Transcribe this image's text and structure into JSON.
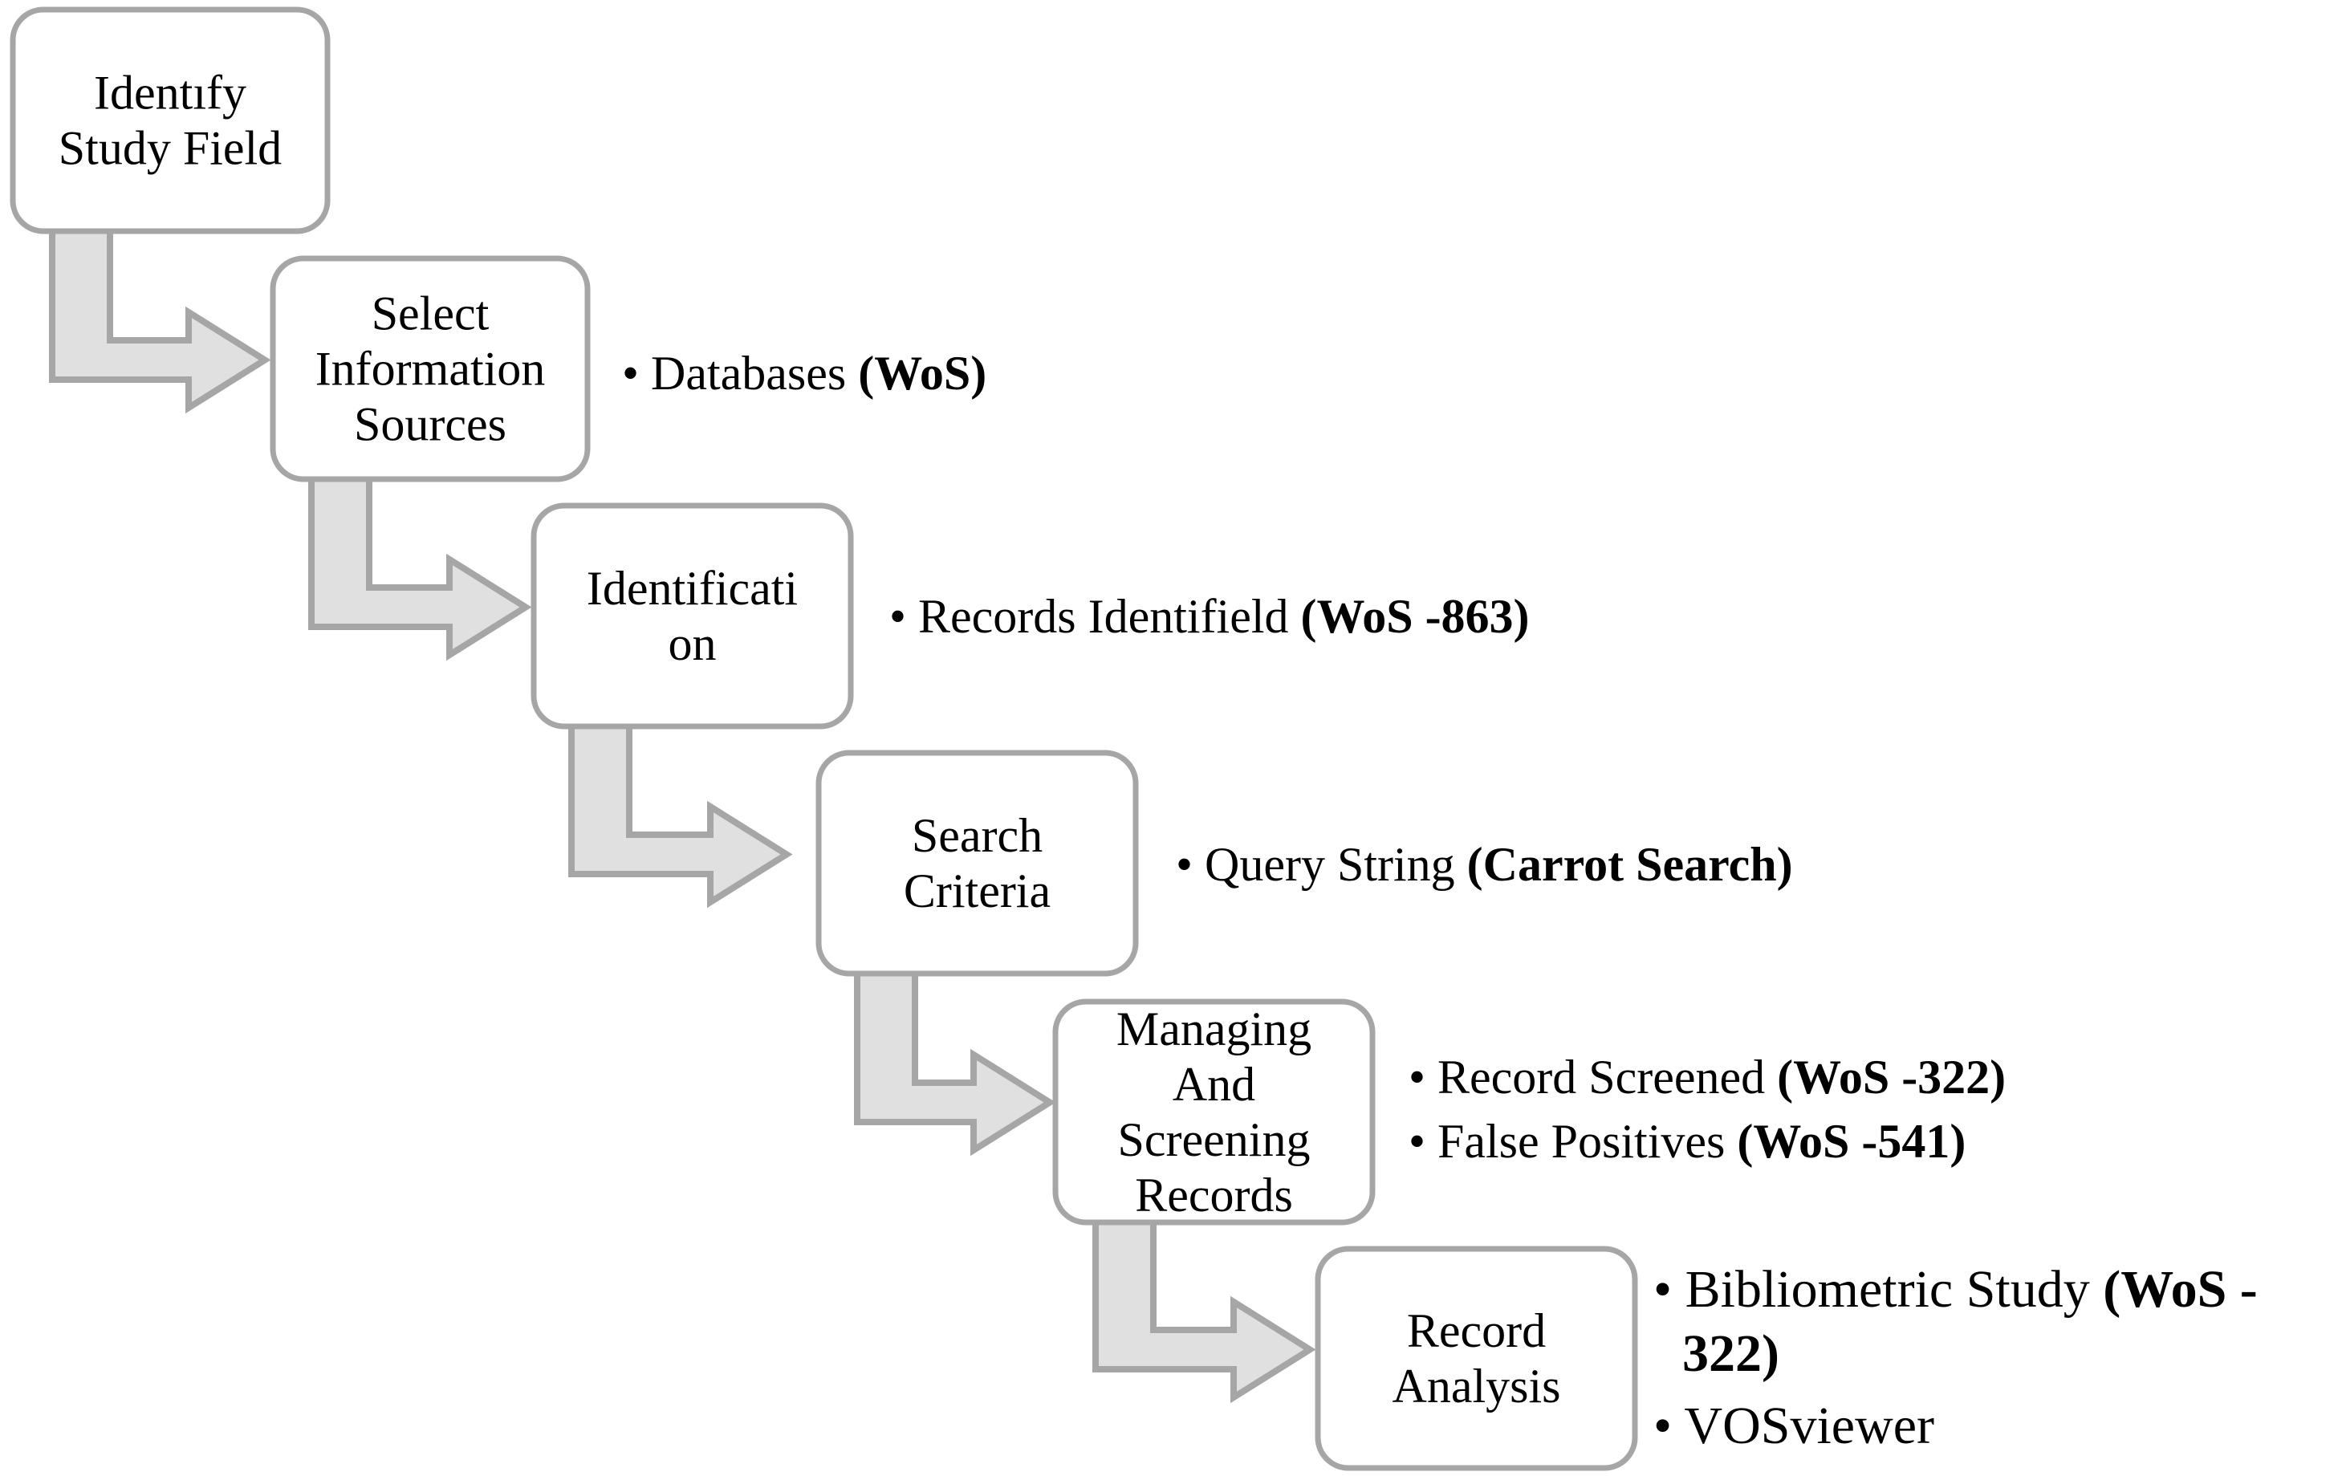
{
  "steps": [
    {
      "label_lines": [
        "Identıfy",
        "Study Field"
      ],
      "notes": []
    },
    {
      "label_lines": [
        "Select",
        "Information",
        "Sources"
      ],
      "notes": [
        {
          "text": "Databases",
          "bold": "(WoS)"
        }
      ]
    },
    {
      "label_lines": [
        "Identificati",
        "on"
      ],
      "notes": [
        {
          "text": "Records Identifield",
          "bold": "(WoS -863)"
        }
      ]
    },
    {
      "label_lines": [
        "Search",
        "Criteria"
      ],
      "notes": [
        {
          "text": "Query String",
          "bold": "(Carrot Search)"
        }
      ]
    },
    {
      "label_lines": [
        "Managing",
        "And",
        "Screening",
        "Records"
      ],
      "notes": [
        {
          "text": "Record Screened",
          "bold": "(WoS -322)"
        },
        {
          "text": "False Positives",
          "bold": "(WoS -541)"
        }
      ]
    },
    {
      "label_lines": [
        "Record",
        "Analysis"
      ],
      "notes": [
        {
          "text": "Bibliometric Study",
          "bold": "(WoS -",
          "continuation": "322)"
        },
        {
          "text": "VOSviewer",
          "bold": ""
        }
      ]
    }
  ],
  "bullet": "•",
  "colors": {
    "box_stroke": "#a6a6a6",
    "arrow_fill": "#e0e0e0",
    "arrow_stroke": "#a6a6a6"
  }
}
